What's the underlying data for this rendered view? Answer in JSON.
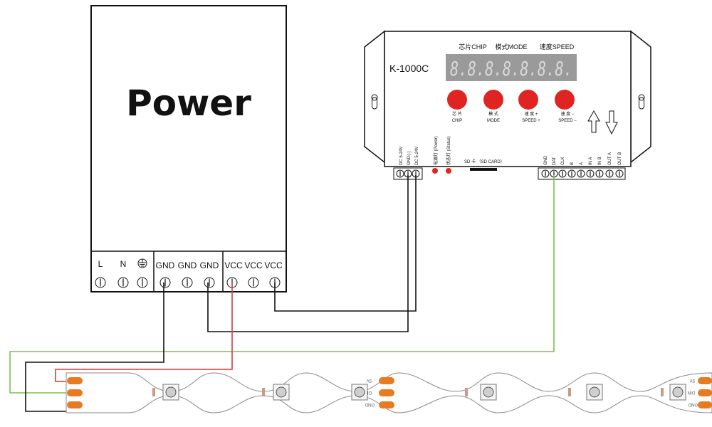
{
  "power_supply": {
    "title": "Power",
    "terminals": [
      "L",
      "N",
      "GND",
      "GND",
      "GND",
      "VCC",
      "VCC",
      "VCC"
    ],
    "earth_icon": "ground-symbol-icon"
  },
  "controller": {
    "model": "K-1000C",
    "display_headers": [
      "芯片CHIP",
      "模式MODE",
      "速度SPEED"
    ],
    "display_text": "8.8.8.8.8.8.8.",
    "buttons": [
      {
        "cn": "芯 片",
        "en": "CHIP"
      },
      {
        "cn": "模 式",
        "en": "MODE"
      },
      {
        "cn": "速 度 +",
        "en": "SPEED +"
      },
      {
        "cn": "速 度 −",
        "en": "SPEED −"
      }
    ],
    "power_pins": [
      "DC 5-24V",
      "GND(-)",
      "DC 5-24V"
    ],
    "indicators": [
      "电源灯 (Power)",
      "状态灯 (Status)"
    ],
    "sd_label": "SD 卡 （SD CARD）",
    "output_pins": [
      "GND",
      "DAT",
      "CLK",
      "B",
      "A",
      "IN A",
      "IN B",
      "OUT A",
      "OUT B"
    ],
    "arrows": [
      "up-arrow-icon",
      "down-arrow-icon"
    ]
  },
  "led_strip": {
    "pad_labels": [
      "5V",
      "DIN",
      "GND"
    ]
  },
  "colors": {
    "line": "#111111",
    "vcc_wire": "#d93a3a",
    "data_wire": "#7dbf4e",
    "button": "#e02424",
    "pad": "#e87a1f",
    "display_bg": "#9a9a9a"
  }
}
